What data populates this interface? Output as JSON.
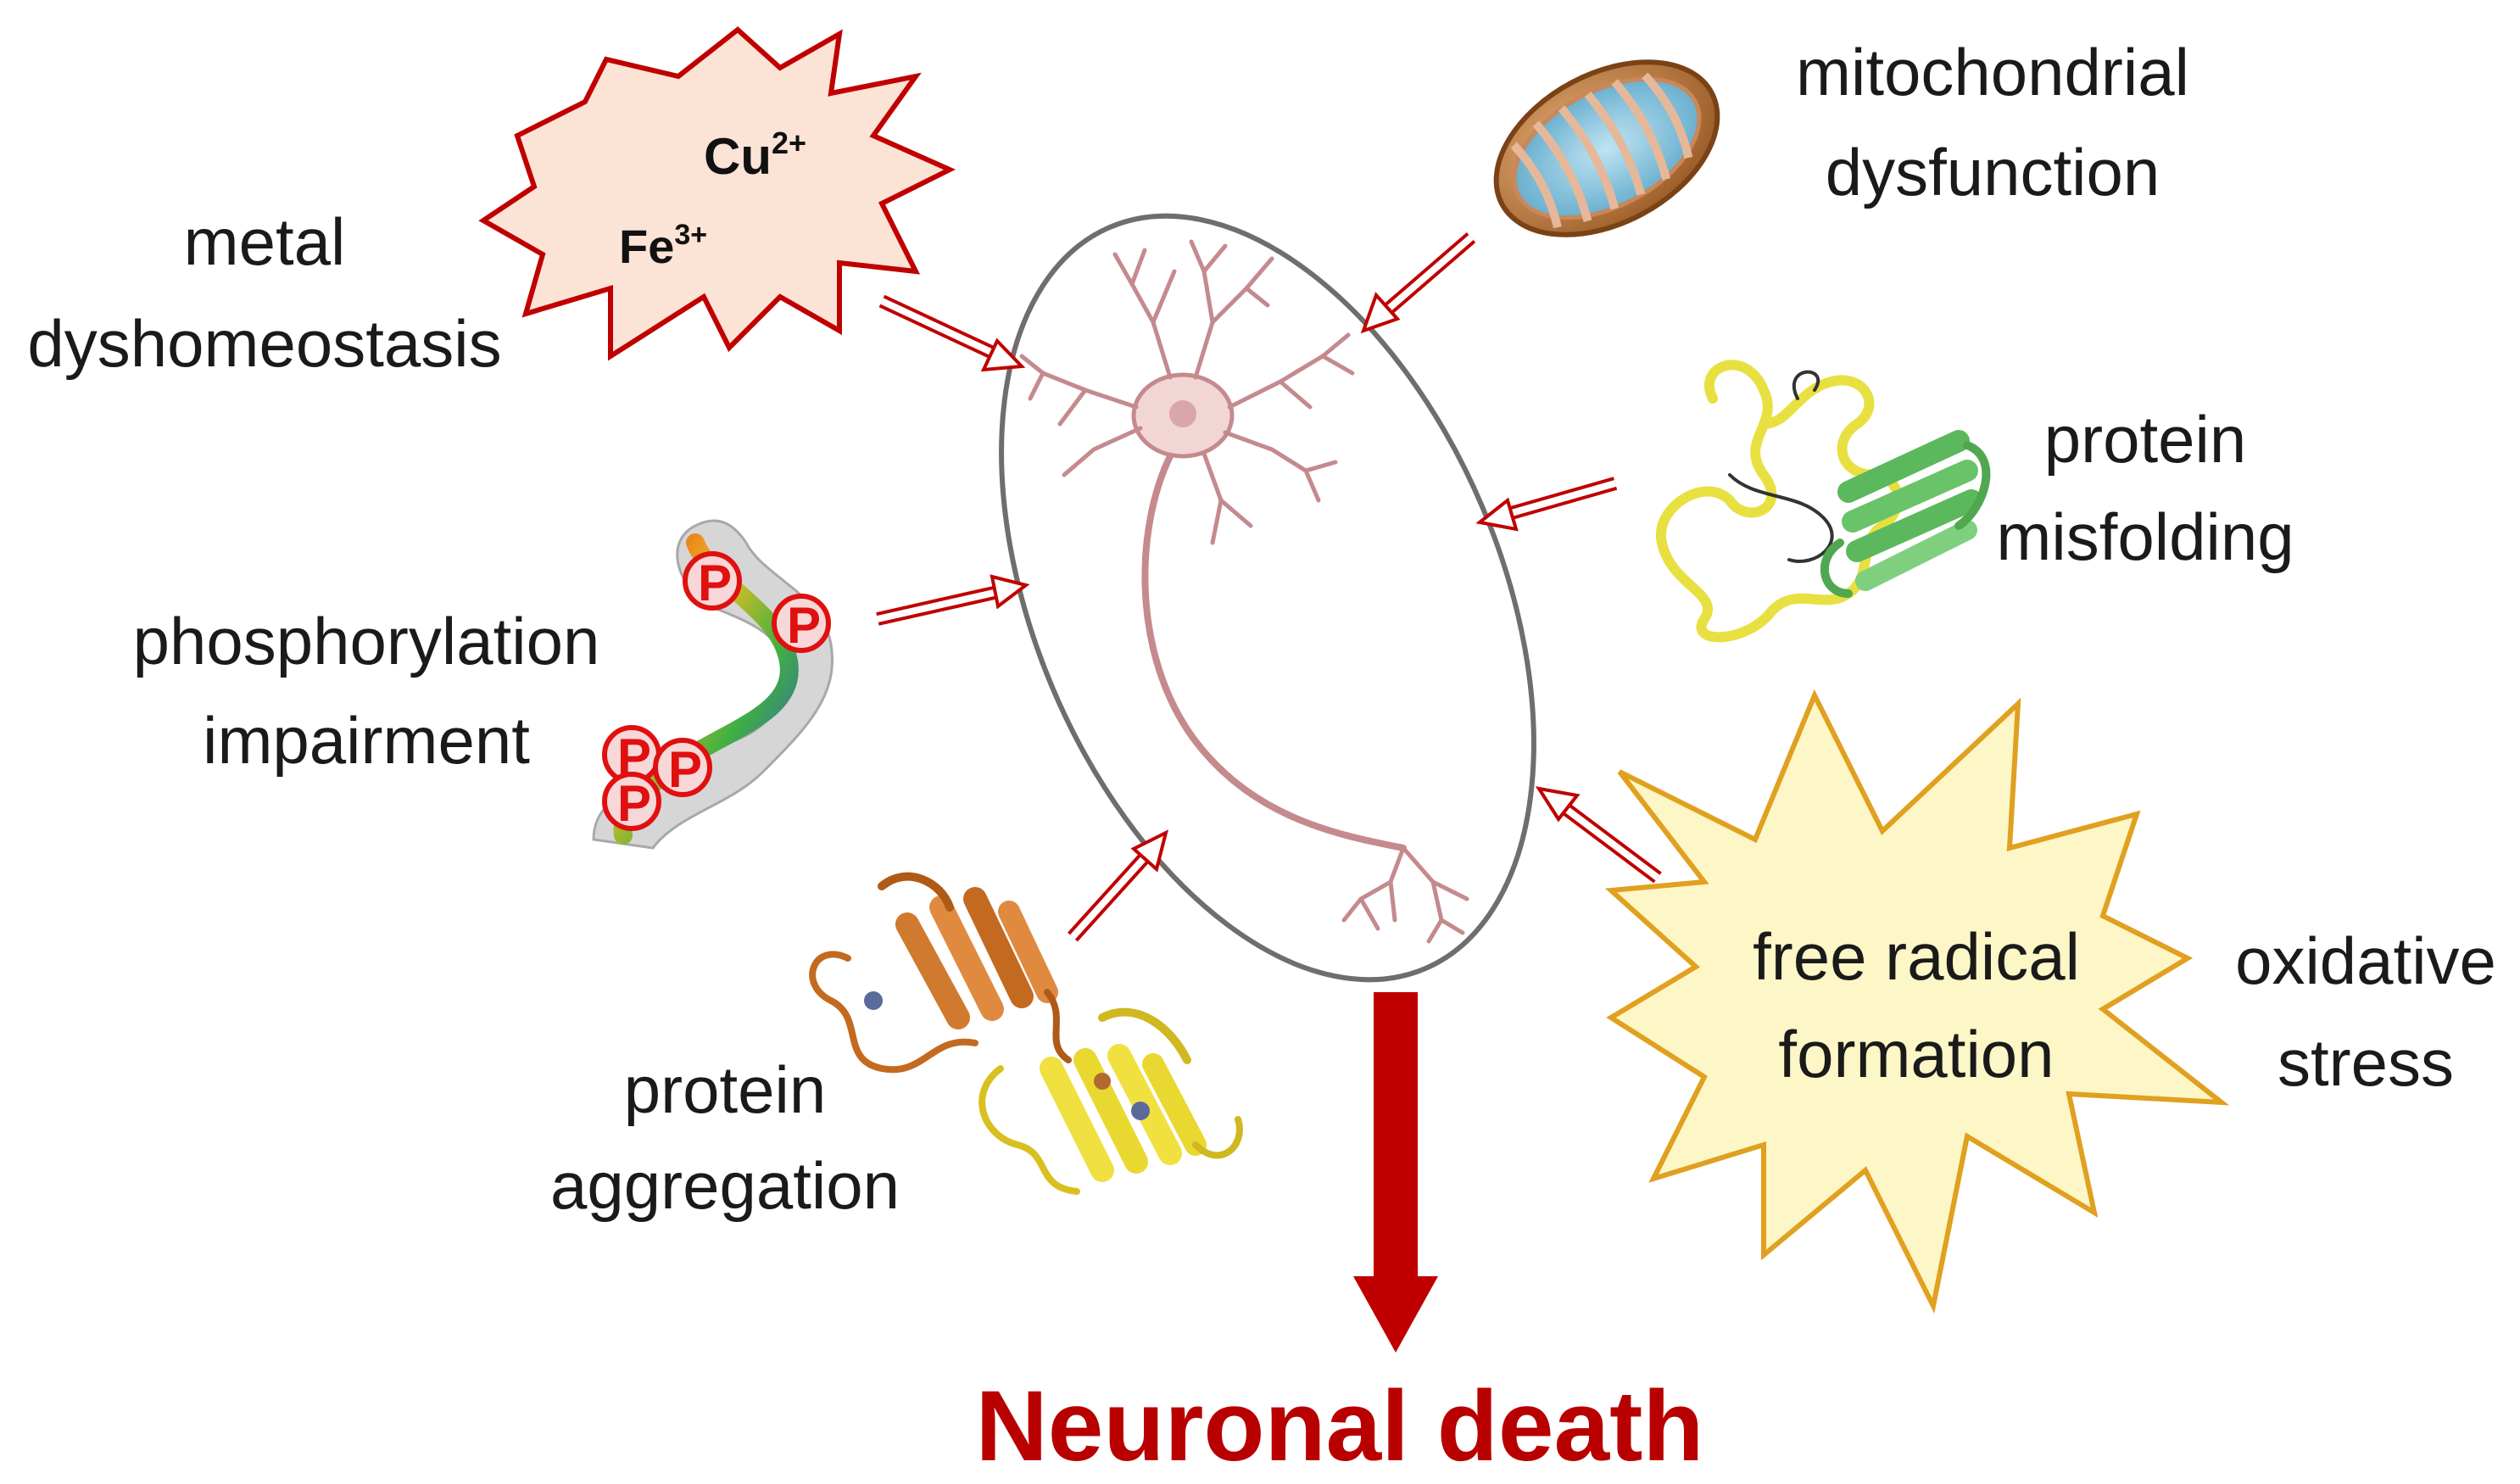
{
  "labels": {
    "metal_line1": "metal",
    "metal_line2": "dyshomeostasis",
    "ion_cu": "Cu",
    "ion_cu_charge": "2+",
    "ion_fe": "Fe",
    "ion_fe_charge": "3+",
    "mito_line1": "mitochondrial",
    "mito_line2": "dysfunction",
    "misfold_line1": "protein",
    "misfold_line2": "misfolding",
    "phos_line1": "phosphorylation",
    "phos_line2": "impairment",
    "phospho_marker": "P",
    "aggr_line1": "protein",
    "aggr_line2": "aggregation",
    "radical_line1": "free radical",
    "radical_line2": "formation",
    "oxid_line1": "oxidative",
    "oxid_line2": "stress",
    "outcome": "Neuronal death"
  },
  "colors": {
    "arrow": "#c00000",
    "title": "#b80000",
    "ellipse_stroke": "#6e6e6e",
    "neuron": "#c48a8e",
    "metal_star_fill": "#fbe3d6",
    "metal_star_stroke": "#c00000",
    "radical_star_fill": "#fdf6c6",
    "radical_star_stroke": "#e0a020",
    "phospho_marker": "#e01010"
  },
  "icons": {
    "metal_burst": "starburst-icon",
    "mitochondrion": "mitochondrion-icon",
    "misfolded_protein": "protein-ribbon-icon",
    "phospho_protein": "phosphorylated-protein-icon",
    "aggregate": "protein-aggregate-icon",
    "radical_burst": "starburst-icon",
    "neuron": "neuron-icon"
  }
}
